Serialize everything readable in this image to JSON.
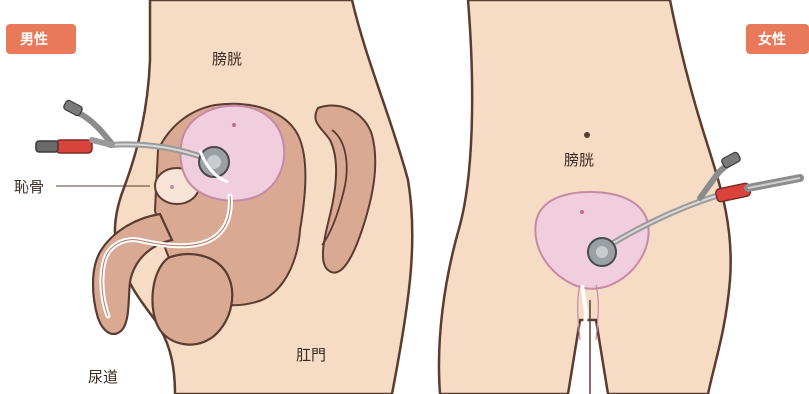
{
  "badges": {
    "male": "男性",
    "female": "女性"
  },
  "labels": {
    "male_bladder": "膀胱",
    "pubic_bone": "恥骨",
    "urethra": "尿道",
    "anus": "肛門",
    "female_bladder": "膀胱"
  },
  "colors": {
    "skin": "#f6dcc4",
    "skin_outline": "#5a3c30",
    "tissue": "#d9a994",
    "tissue_dark": "#c89079",
    "bladder": "#f1cede",
    "bladder_outline": "#c48aa6",
    "catheter_grey": "#9a9a9a",
    "catheter_red": "#d9433c",
    "badge": "#e8795a"
  }
}
